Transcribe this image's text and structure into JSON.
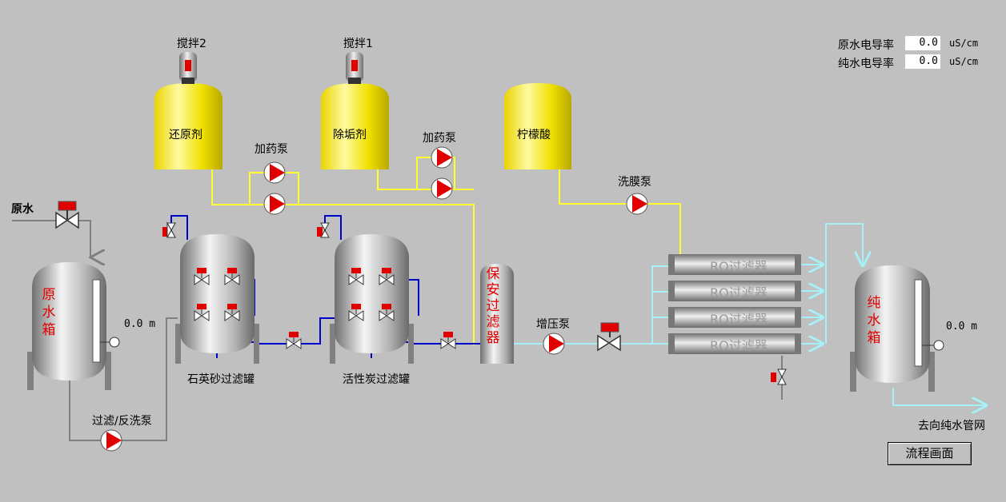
{
  "labels": {
    "stir2": "搅拌2",
    "stir1": "搅拌1",
    "reductant": "还原剂",
    "antiscalant": "除垢剂",
    "citric_acid": "柠檬酸",
    "dosing_pump_1": "加药泵",
    "dosing_pump_2": "加药泵",
    "membrane_wash_pump": "洗膜泵",
    "raw_water": "原水",
    "raw_tank": "原水箱",
    "quartz_filter": "石英砂过滤罐",
    "carbon_filter": "活性炭过滤罐",
    "security_filter": "保安过滤器",
    "booster_pump": "增压泵",
    "filter_backwash_pump": "过滤/反洗泵",
    "pure_tank": "纯水箱",
    "to_network": "去向纯水管网",
    "ro_filter": "RO过滤器"
  },
  "measurements": {
    "raw_conductivity_label": "原水电导率",
    "raw_conductivity_value": "0.0",
    "pure_conductivity_label": "纯水电导率",
    "pure_conductivity_value": "0.0",
    "unit": "uS/cm"
  },
  "levels": {
    "raw_tank_level": "0.0 m",
    "pure_tank_level": "0.0 m"
  },
  "buttons": {
    "flow_screen": "流程画面"
  },
  "colors": {
    "background": "#c0c0c0",
    "chemical_line": "#ffff30",
    "process_line": "#0000cc",
    "ro_water_line": "#a8f0f8",
    "raw_line": "#808080",
    "accent_red": "#e00000"
  }
}
